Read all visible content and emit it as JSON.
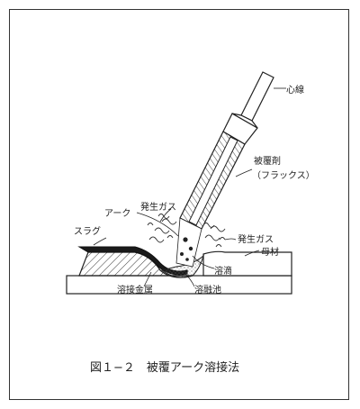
{
  "labels": {
    "core_wire": "心線",
    "coating": "被覆剤",
    "flux": "（フラックス）",
    "gas_left": "発生ガス",
    "arc": "アーク",
    "slag": "スラグ",
    "gas_right": "発生ガス",
    "base_metal": "母材",
    "droplet": "溶滴",
    "deposited_metal": "溶接金属",
    "weld_pool": "溶融池"
  },
  "caption": "図１−２　被覆アーク溶接法"
}
